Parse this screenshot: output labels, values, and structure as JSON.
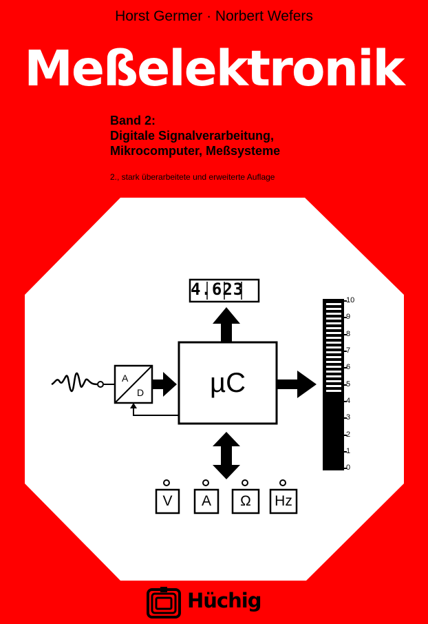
{
  "cover": {
    "authors": "Horst Germer · Norbert Wefers",
    "title": "Meßelektronik",
    "band_lines": [
      "Band 2:",
      "Digitale Signalverarbeitung,",
      "Mikrocomputer, Meßsysteme"
    ],
    "edition": "2., stark überarbeitete und erweiterte Auflage",
    "publisher": "Hüchig"
  },
  "diagram": {
    "microcontroller_label": "µC",
    "adc_labels": [
      "A",
      "D"
    ],
    "display_value": "4.623",
    "unit_buttons": [
      "V",
      "A",
      "Ω",
      "Hz"
    ],
    "scale_ticks": [
      "10",
      "9",
      "8",
      "7",
      "6",
      "5",
      "4",
      "3",
      "2",
      "1",
      "0"
    ],
    "bar_level": 0.45
  },
  "colors": {
    "background": "#ff0000",
    "title": "#ffffff",
    "ink": "#000000"
  }
}
